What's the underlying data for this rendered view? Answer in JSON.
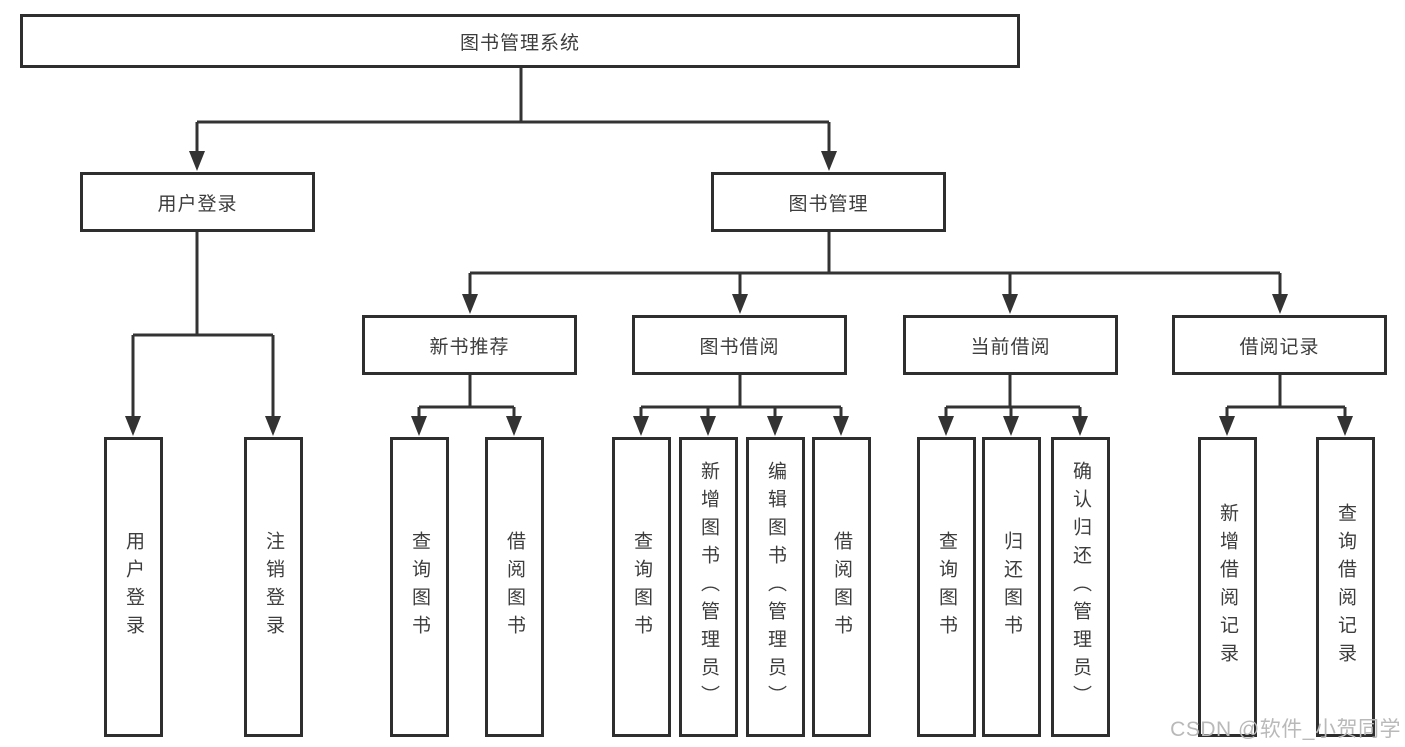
{
  "diagram": {
    "root_label": "图书管理系统",
    "branches": [
      {
        "label": "用户登录",
        "children": [
          "用户登录",
          "注销登录"
        ]
      },
      {
        "label": "图书管理",
        "groups": [
          {
            "label": "新书推荐",
            "children": [
              "查询图书",
              "借阅图书"
            ]
          },
          {
            "label": "图书借阅",
            "children": [
              "查询图书",
              "新增图书（管理员）",
              "编辑图书（管理员）",
              "借阅图书"
            ]
          },
          {
            "label": "当前借阅",
            "children": [
              "查询图书",
              "归还图书",
              "确认归还（管理员）"
            ]
          },
          {
            "label": "借阅记录",
            "children": [
              "新增借阅记录",
              "查询借阅记录"
            ]
          }
        ]
      }
    ],
    "watermark": "CSDN @软件_小贺同学",
    "colors": {
      "line": "#333333",
      "border": "#2e2e2e",
      "text": "#3d3d3d",
      "watermark": "#b9b9b9",
      "background": "#ffffff"
    }
  }
}
